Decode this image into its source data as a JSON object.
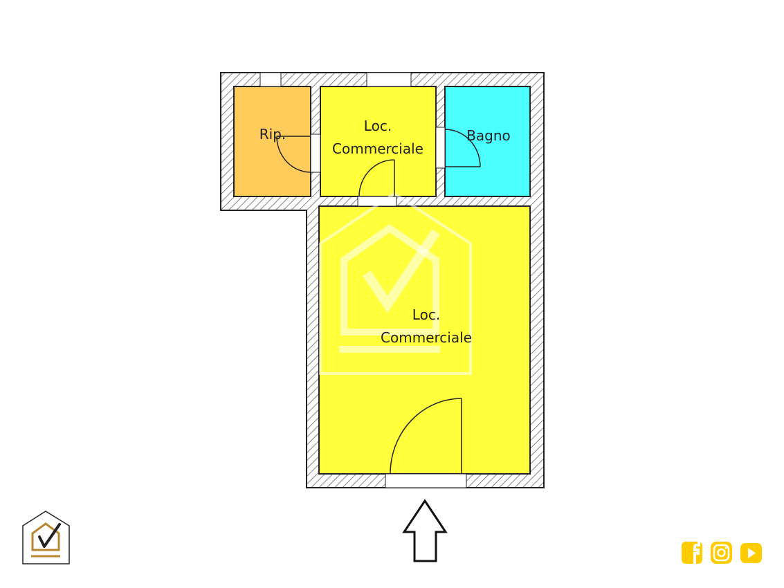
{
  "rooms": [
    {
      "label_lines": [
        "Rip."
      ],
      "color": "#FFCC5C"
    },
    {
      "label_lines": [
        "Loc.",
        "Commerciale"
      ],
      "color": "#FFFF3C"
    },
    {
      "label_lines": [
        "Bagno"
      ],
      "color": "#4CFFFF"
    },
    {
      "label_lines": [
        "Loc.",
        "Commerciale"
      ],
      "color": "#FFFF3C"
    }
  ],
  "logo": {
    "brand_color": "#B8862E"
  },
  "social": {
    "color": "#FFCC00",
    "icons": [
      "facebook-icon",
      "instagram-icon",
      "youtube-icon"
    ]
  },
  "entrance_arrow": "up-arrow-icon"
}
